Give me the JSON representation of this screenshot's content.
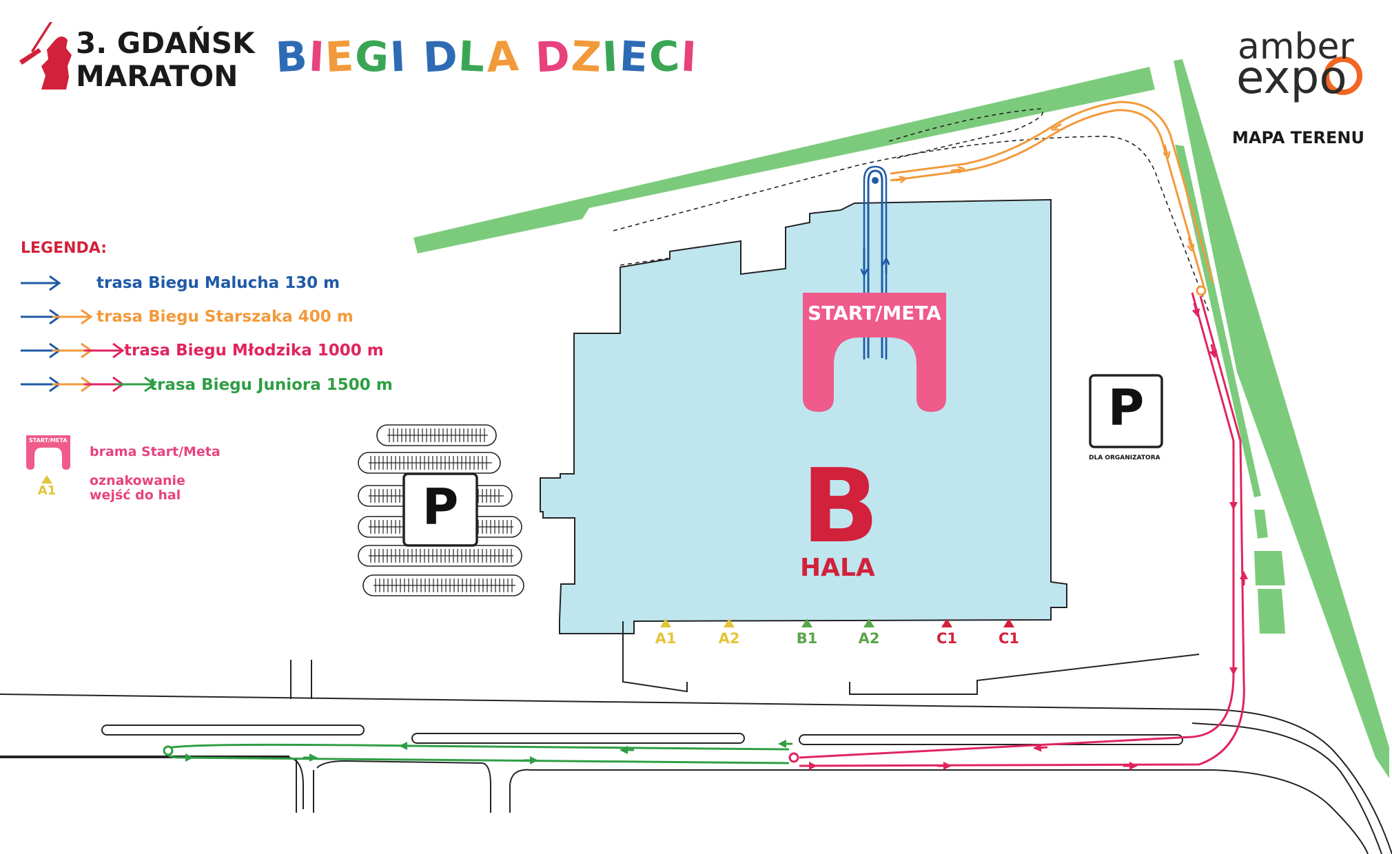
{
  "header": {
    "event_line1": "3. GDAŃSK",
    "event_line2": "MARATON",
    "kids_title_letters": [
      {
        "ch": "B",
        "color": "#2e6bb5"
      },
      {
        "ch": "I",
        "color": "#e8427e"
      },
      {
        "ch": "E",
        "color": "#f29a3b"
      },
      {
        "ch": "G",
        "color": "#3aa655"
      },
      {
        "ch": "I",
        "color": "#2e6bb5"
      },
      {
        "ch": " ",
        "color": "#ffffff"
      },
      {
        "ch": "D",
        "color": "#2e6bb5"
      },
      {
        "ch": "L",
        "color": "#3aa655"
      },
      {
        "ch": "A",
        "color": "#f29a3b"
      },
      {
        "ch": " ",
        "color": "#ffffff"
      },
      {
        "ch": "D",
        "color": "#e8427e"
      },
      {
        "ch": "Z",
        "color": "#f29a3b"
      },
      {
        "ch": "I",
        "color": "#3aa655"
      },
      {
        "ch": "E",
        "color": "#2e6bb5"
      },
      {
        "ch": "C",
        "color": "#3aa655"
      },
      {
        "ch": "I",
        "color": "#e8427e"
      }
    ],
    "venue_line1": "amber",
    "venue_line2": "expo",
    "venue_accent": "#f26522",
    "map_title": "MAPA TERENU"
  },
  "legend": {
    "title": "LEGENDA:",
    "routes": [
      {
        "label": "trasa Biegu Malucha 130 m",
        "color": "#1f5aa6",
        "arrows": [
          "#1f5aa6"
        ]
      },
      {
        "label": "trasa Biegu Starszaka 400 m",
        "color": "#f29a3b",
        "arrows": [
          "#1f5aa6",
          "#f29a3b"
        ]
      },
      {
        "label": "trasa Biegu Młodzika 1000 m",
        "color": "#e0245e",
        "arrows": [
          "#1f5aa6",
          "#f29a3b",
          "#e0245e"
        ]
      },
      {
        "label": "trasa Biegu Juniora 1500 m",
        "color": "#2f9e44",
        "arrows": [
          "#1f5aa6",
          "#f29a3b",
          "#e0245e",
          "#2f9e44"
        ]
      }
    ],
    "gate_icon_label": "START/META",
    "gate_desc": "brama Start/Meta",
    "entrance_icon_label": "A1",
    "entrance_desc_line1": "oznakowanie",
    "entrance_desc_line2": "wejść do hal"
  },
  "hall": {
    "letter": "B",
    "word": "HALA",
    "fill": "#bfe6ef"
  },
  "gate": {
    "label": "START/META",
    "fill": "#ef5b8a"
  },
  "entrances": [
    {
      "label": "A1",
      "color": "#e3c43b"
    },
    {
      "label": "A2",
      "color": "#e3c43b"
    },
    {
      "label": "B1",
      "color": "#5aa64b"
    },
    {
      "label": "A2",
      "color": "#5aa64b"
    },
    {
      "label": "C1",
      "color": "#d2213b"
    },
    {
      "label": "C1",
      "color": "#d2213b"
    }
  ],
  "parking": {
    "main_label": "P",
    "organizer_label": "P",
    "organizer_caption": "DLA ORGANIZATORA"
  },
  "colors": {
    "green_area": "#7ccb7c",
    "malucha": "#1f5aa6",
    "starszaka": "#f29a3b",
    "mlodzika": "#e0245e",
    "juniora": "#2f9e44"
  }
}
